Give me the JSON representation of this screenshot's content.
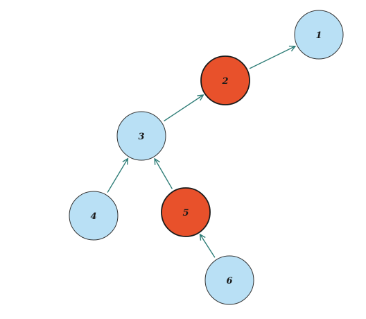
{
  "diagram": {
    "type": "directed-tree",
    "colors": {
      "light_node": "#b9e0f5",
      "highlight_node": "#e8512b",
      "node_border": "#333333",
      "edge": "#2e7d77"
    },
    "nodes": [
      {
        "id": "1",
        "label": "1",
        "color": "#b9e0f5",
        "highlighted": false
      },
      {
        "id": "2",
        "label": "2",
        "color": "#e8512b",
        "highlighted": true
      },
      {
        "id": "3",
        "label": "3",
        "color": "#b9e0f5",
        "highlighted": false
      },
      {
        "id": "4",
        "label": "4",
        "color": "#b9e0f5",
        "highlighted": false
      },
      {
        "id": "5",
        "label": "5",
        "color": "#e8512b",
        "highlighted": true
      },
      {
        "id": "6",
        "label": "6",
        "color": "#b9e0f5",
        "highlighted": false
      }
    ],
    "edges": [
      {
        "from": "2",
        "to": "1"
      },
      {
        "from": "3",
        "to": "2"
      },
      {
        "from": "4",
        "to": "3"
      },
      {
        "from": "5",
        "to": "3"
      },
      {
        "from": "6",
        "to": "5"
      }
    ]
  }
}
